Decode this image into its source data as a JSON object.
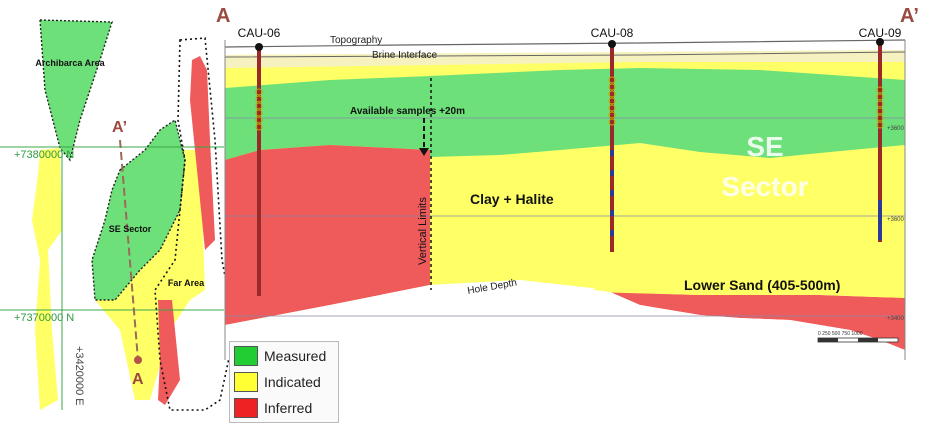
{
  "section_markers": {
    "start": "A",
    "end": "A’",
    "map_start": "A’",
    "map_end": "A"
  },
  "map": {
    "areas": [
      "Archibarca Area",
      "SE Sector",
      "Far Area"
    ],
    "grid_labels": [
      "+7380000 N",
      "+7370000 N",
      "+3420000 E"
    ]
  },
  "section": {
    "wells": [
      "CAU-06",
      "CAU-08",
      "CAU-09"
    ],
    "surfaces": [
      "Topography",
      "Brine Interface",
      "Hole Depth"
    ],
    "labels": {
      "available_samples": "Available samples +20m",
      "vertical_limits": "Vertical Limits",
      "clay_halite": "Clay + Halite",
      "lower_sand": "Lower Sand (405-500m)",
      "se_sector_line1": "SE",
      "se_sector_line2": "Sector"
    },
    "elevation_ticks": [
      "+3600",
      "+3600",
      "+3400"
    ],
    "scale_bar": "0 250 500 750 1000"
  },
  "legend": [
    {
      "label": "Measured",
      "color": "#22cc33"
    },
    {
      "label": "Indicated",
      "color": "#ffff33"
    },
    {
      "label": "Inferred",
      "color": "#ee2222"
    }
  ],
  "colors": {
    "measured": "#6de07a",
    "indicated": "#ffff66",
    "inferred": "#ef5a5a",
    "marker": "#b5534a"
  }
}
